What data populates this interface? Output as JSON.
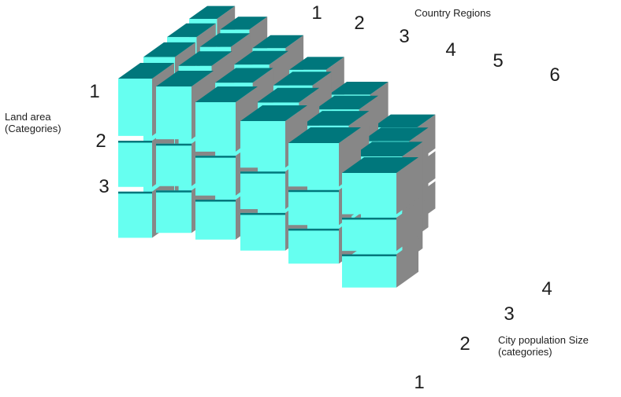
{
  "title_regions": "Country Regions",
  "title_land": "Land area\n(Categories)",
  "title_population": "City population Size\n(categories)",
  "regions_ticks": [
    "1",
    "2",
    "3",
    "4",
    "5",
    "6"
  ],
  "land_ticks": [
    "1",
    "2",
    "3"
  ],
  "population_ticks": [
    "1",
    "2",
    "3",
    "4"
  ],
  "colors": {
    "top": "#00777c",
    "front": "#66fff0",
    "side": "#878787",
    "background": "#ffffff"
  }
}
